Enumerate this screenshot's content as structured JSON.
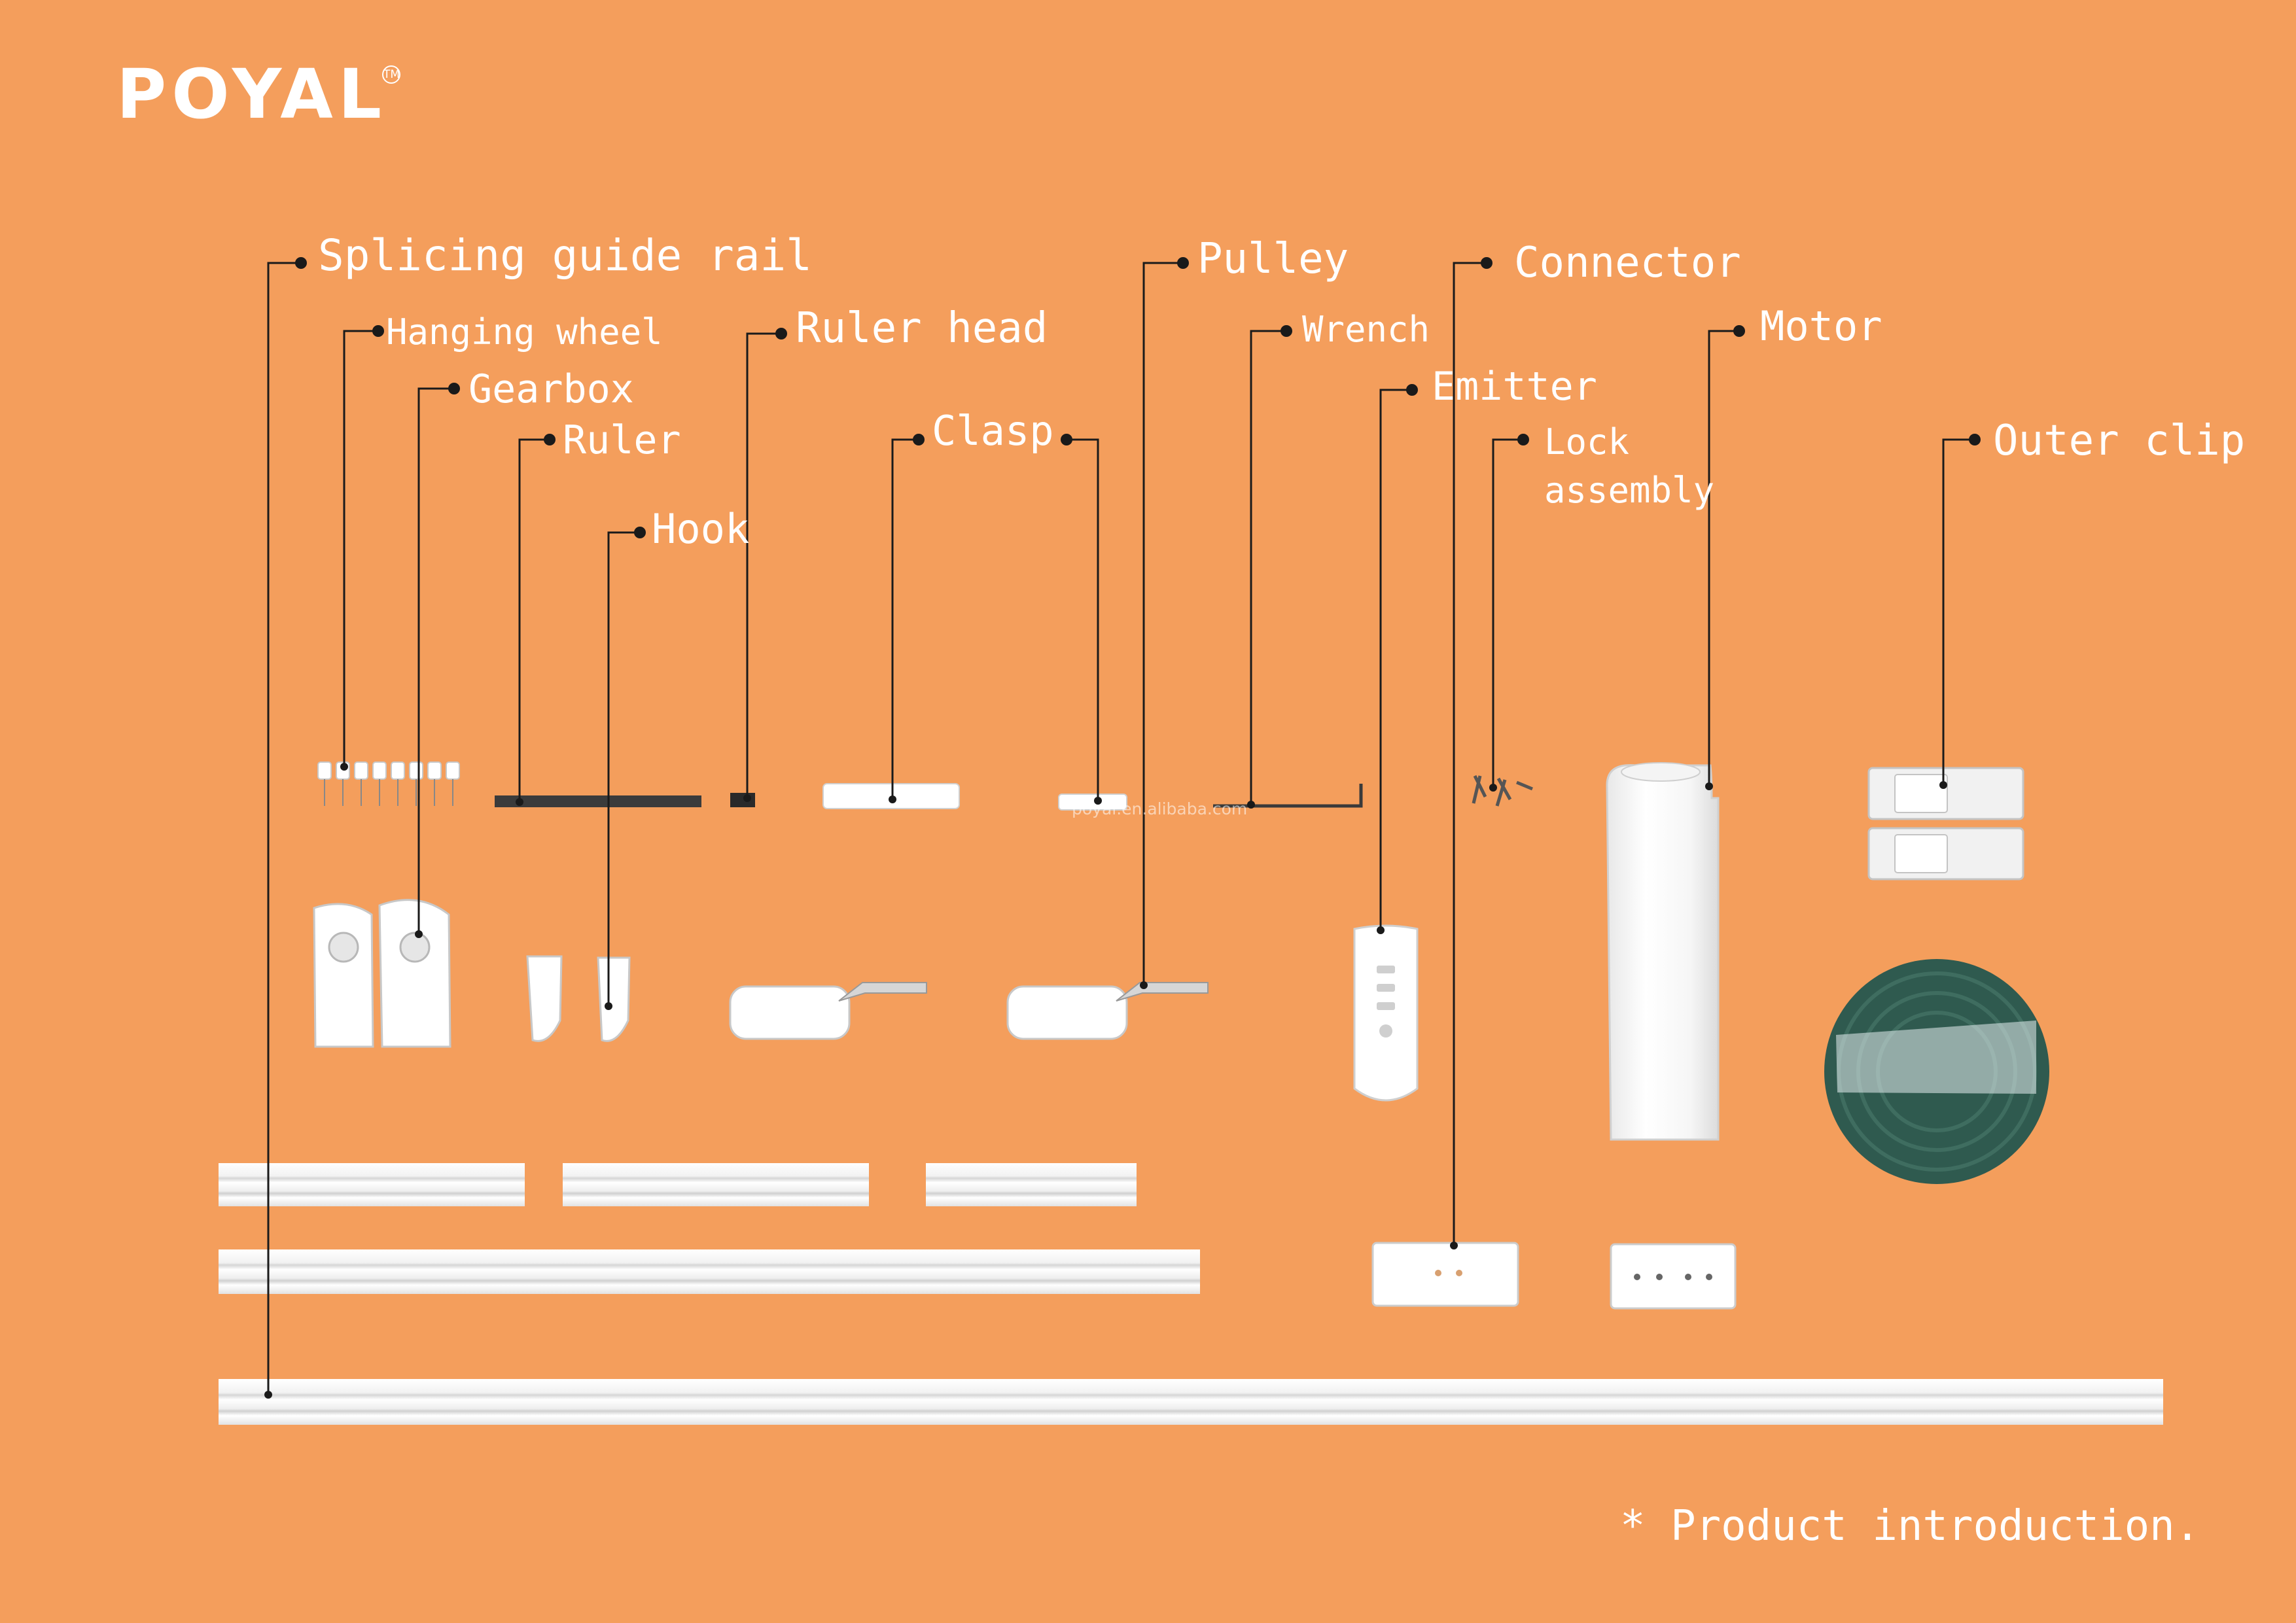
{
  "brand": {
    "name": "POYAL",
    "trademark": "TM"
  },
  "labels": {
    "splicing_guide_rail": "Splicing guide rail",
    "hanging_wheel": "Hanging wheel",
    "gearbox": "Gearbox",
    "ruler": "Ruler",
    "hook": "Hook",
    "ruler_head": "Ruler head",
    "clasp": "Clasp",
    "pulley": "Pulley",
    "wrench": "Wrench",
    "connector": "Connector",
    "emitter": "Emitter",
    "lock_assembly_line1": "Lock",
    "lock_assembly_line2": "assembly",
    "motor": "Motor",
    "outer_clip": "Outer clip"
  },
  "watermark": "poyal.en.alibaba.com",
  "footer": "*  Product introduction.",
  "colors": {
    "background": "#F49E5C",
    "foreground": "#FFFFFF",
    "leader_line": "#1A1A1A"
  }
}
